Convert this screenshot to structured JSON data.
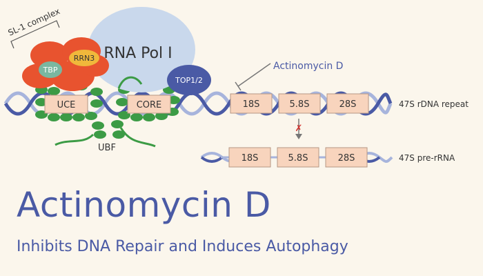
{
  "diagram": {
    "sl1_label": "SL-1 complex",
    "tbp_label": "TBP",
    "rrn3_label": "RRN3",
    "pol_label": "RNA Pol I",
    "top_label": "TOP1/2",
    "drug_label": "Actinomycin D",
    "promoter_boxes": [
      "UCE",
      "CORE"
    ],
    "rrna_boxes": [
      "18S",
      "5.8S",
      "28S"
    ],
    "ubf_label": "UBF",
    "repeat_label": "47S rDNA repeat",
    "pre_rrna_label": "47S pre-rRNA",
    "inhibition_mark": "✗"
  },
  "headline": {
    "title": "Actinomycin D",
    "subtitle": "Inhibits DNA Repair and Induces Autophagy"
  },
  "colors": {
    "background": "#fbf6ec",
    "dna_strand": "#4a5aa5",
    "dna_strand_light": "#a7b4dc",
    "box_fill": "#f8d4bd",
    "box_stroke": "#b69784",
    "sl1": "#e8532f",
    "tbp": "#7ab7a0",
    "rrn3": "#f0b83b",
    "pol": "#c9d8ec",
    "top": "#4a5aa5",
    "ubf": "#3c9b45",
    "title_text": "#4a5aa5",
    "inhibition": "#d0312d"
  }
}
